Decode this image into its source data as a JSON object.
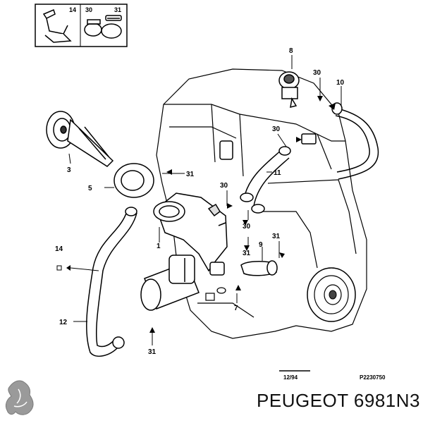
{
  "legend": {
    "items": [
      "14",
      "30",
      "31"
    ]
  },
  "callouts": {
    "c1": "1",
    "c3": "3",
    "c5": "5",
    "c7": "7",
    "c8": "8",
    "c9": "9",
    "c10": "10",
    "c11": "11",
    "c12": "12",
    "c14": "14",
    "c30a": "30",
    "c30b": "30",
    "c30c": "30",
    "c30d": "30",
    "c31a": "31",
    "c31b": "31",
    "c31c": "31",
    "c31d": "31"
  },
  "stamp": {
    "date": "12/94",
    "ref": "P2230750"
  },
  "footer": {
    "text": "PEUGEOT 6981N3"
  },
  "icons": {
    "logo": "peugeot-lion-logo"
  }
}
